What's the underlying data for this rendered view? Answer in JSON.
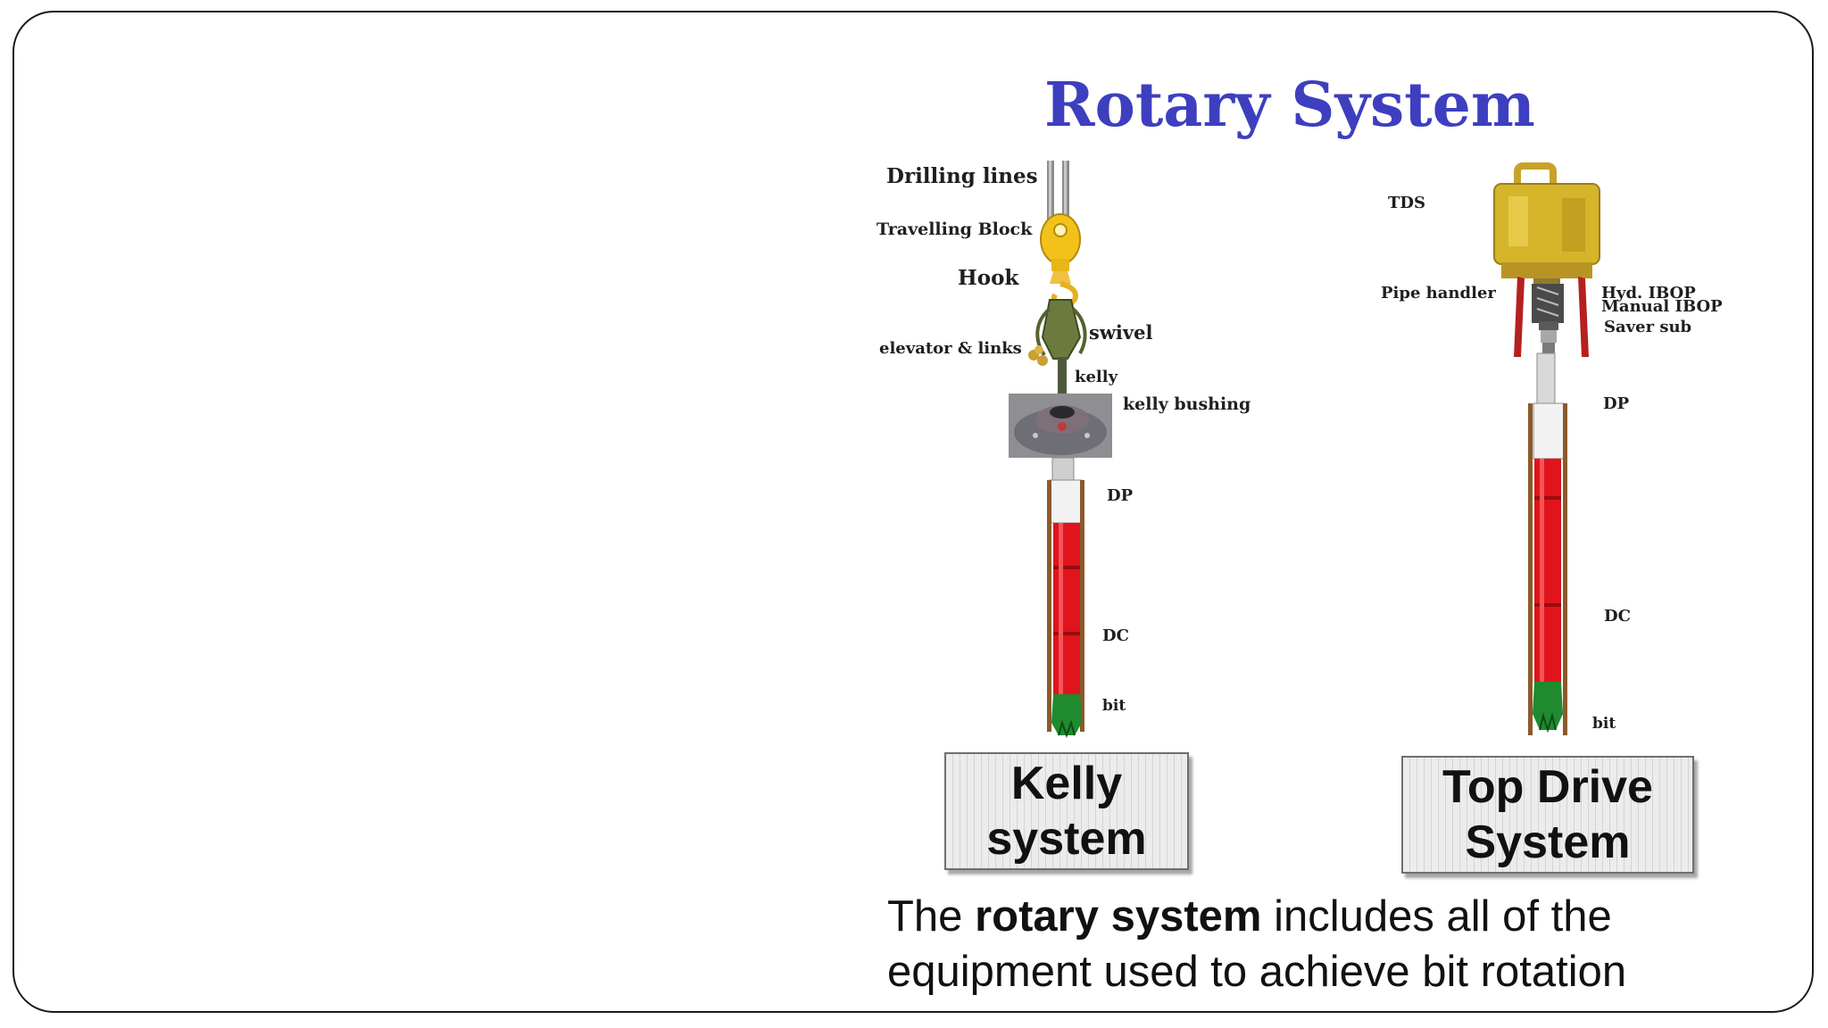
{
  "title": "Rotary System",
  "kelly": {
    "labels": {
      "drilling_lines": "Drilling lines",
      "travelling_block": "Travelling Block",
      "hook": "Hook",
      "swivel": "swivel",
      "elevator_links": "elevator & links",
      "kelly": "kelly",
      "kelly_bushing": "kelly bushing",
      "dp": "DP",
      "dc": "DC",
      "bit": "bit"
    },
    "box_label": "Kelly\nsystem"
  },
  "top_drive": {
    "labels": {
      "tds": "TDS",
      "pipe_handler": "Pipe handler",
      "hyd_ibop": "Hyd. IBOP",
      "manual_ibop": "Manual IBOP",
      "saver_sub": "Saver sub",
      "dp": "DP",
      "dc": "DC",
      "bit": "bit"
    },
    "box_label": "Top Drive\nSystem"
  },
  "caption": {
    "prefix": "The ",
    "bold": "rotary system",
    "rest": " includes all of the equipment used to achieve bit rotation"
  },
  "colors": {
    "title": "#3d3fbf",
    "collar_red": "#e0141b",
    "bit_green": "#1f8a2e",
    "block_yellow": "#f2c21a",
    "tds_yellow": "#d6b52a",
    "casing_brown": "#8a5a2b"
  }
}
